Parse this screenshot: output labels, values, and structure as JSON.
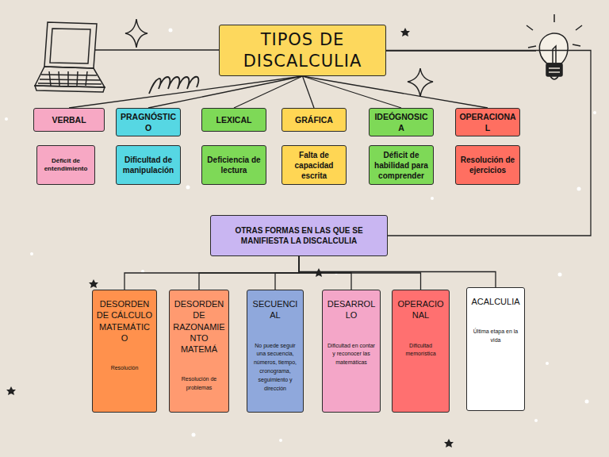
{
  "diagram": {
    "nodes": [
      {
        "text": [
          "TIPOS DE DISCALCULIA"
        ]
      },
      {
        "text": [
          "VERBAL"
        ]
      },
      {
        "text": [
          "PRAGNÓSTICO"
        ]
      },
      {
        "text": [
          "LEXICAL"
        ]
      },
      {
        "text": [
          "GRÁFICA"
        ]
      },
      {
        "text": [
          "IDEÓGNOSICA"
        ]
      },
      {
        "text": [
          "OPERACIONAL"
        ]
      },
      {
        "text": [
          "Déficit de entendimiento"
        ]
      },
      {
        "text": [
          "Dificultad de manipulación"
        ]
      },
      {
        "text": [
          "Deficiencia de lectura"
        ]
      },
      {
        "text": [
          "Falta de capacidad escrita"
        ]
      },
      {
        "text": [
          "Déficit de habilidad para comprender"
        ]
      },
      {
        "text": [
          "Resolución de ejercicios"
        ]
      },
      {
        "text": [
          "OTRAS FORMAS EN LAS QUE SE MANIFIESTA LA DISCALCULIA"
        ]
      },
      {
        "text": [
          "DESORDEN DE CÁLCULO MATEMÁTICO",
          "Resolución"
        ]
      },
      {
        "text": [
          "DESORDEN DE RAZONAMIENTO MATEMÁ",
          "Resolución de problemas"
        ]
      },
      {
        "text": [
          "SECUENCIAL",
          "No puede seguir una secuencia, números, tiempo, cronograma, seguimiento y dirección"
        ]
      },
      {
        "text": [
          "DESARROLLO",
          "Dificultad en contar y reconocer las matemáticas"
        ]
      },
      {
        "text": [
          "OPERACIONAL",
          "Dificultad memorística"
        ]
      },
      {
        "text": [
          "ACALCULIA",
          "Última etapa en la vida"
        ]
      }
    ],
    "edges": [
      {
        "from": 0,
        "to": 1,
        "arrow": "none"
      },
      {
        "from": 0,
        "to": 2,
        "arrow": "none"
      },
      {
        "from": 0,
        "to": 3,
        "arrow": "none"
      },
      {
        "from": 0,
        "to": 4,
        "arrow": "none"
      },
      {
        "from": 0,
        "to": 5,
        "arrow": "none"
      },
      {
        "from": 0,
        "to": 6,
        "arrow": "none"
      },
      {
        "from": 0,
        "to": 13,
        "arrow": "none"
      },
      {
        "from": 13,
        "to": 14,
        "arrow": "none"
      },
      {
        "from": 13,
        "to": 15,
        "arrow": "none"
      },
      {
        "from": 13,
        "to": 16,
        "arrow": "none"
      },
      {
        "from": 13,
        "to": 17,
        "arrow": "none"
      },
      {
        "from": 13,
        "to": 18,
        "arrow": "none"
      },
      {
        "from": 13,
        "to": 19,
        "arrow": "none"
      }
    ]
  }
}
